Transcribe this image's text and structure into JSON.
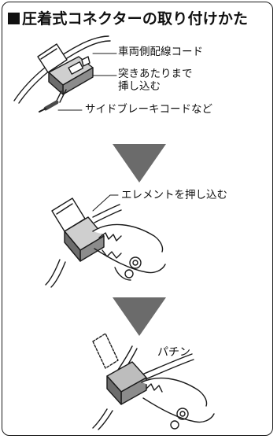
{
  "title": "圧着式コネクターの取り付けかた",
  "step1": {
    "label_vehicle_wire": "車両側配線コード",
    "label_insert": "突きあたりまで\n挿し込む",
    "label_brake_cord": "サイドブレーキコードなど"
  },
  "step2": {
    "label_press": "エレメントを押し込む"
  },
  "step3": {
    "label_click": "パチン"
  },
  "colors": {
    "stroke": "#1a1a1a",
    "arrow": "#6b6b6b",
    "connector": "#8a8a8a"
  },
  "icons": [
    "square-bullet-icon",
    "down-triangle-arrow-icon",
    "pliers-illustration",
    "connector-illustration"
  ]
}
